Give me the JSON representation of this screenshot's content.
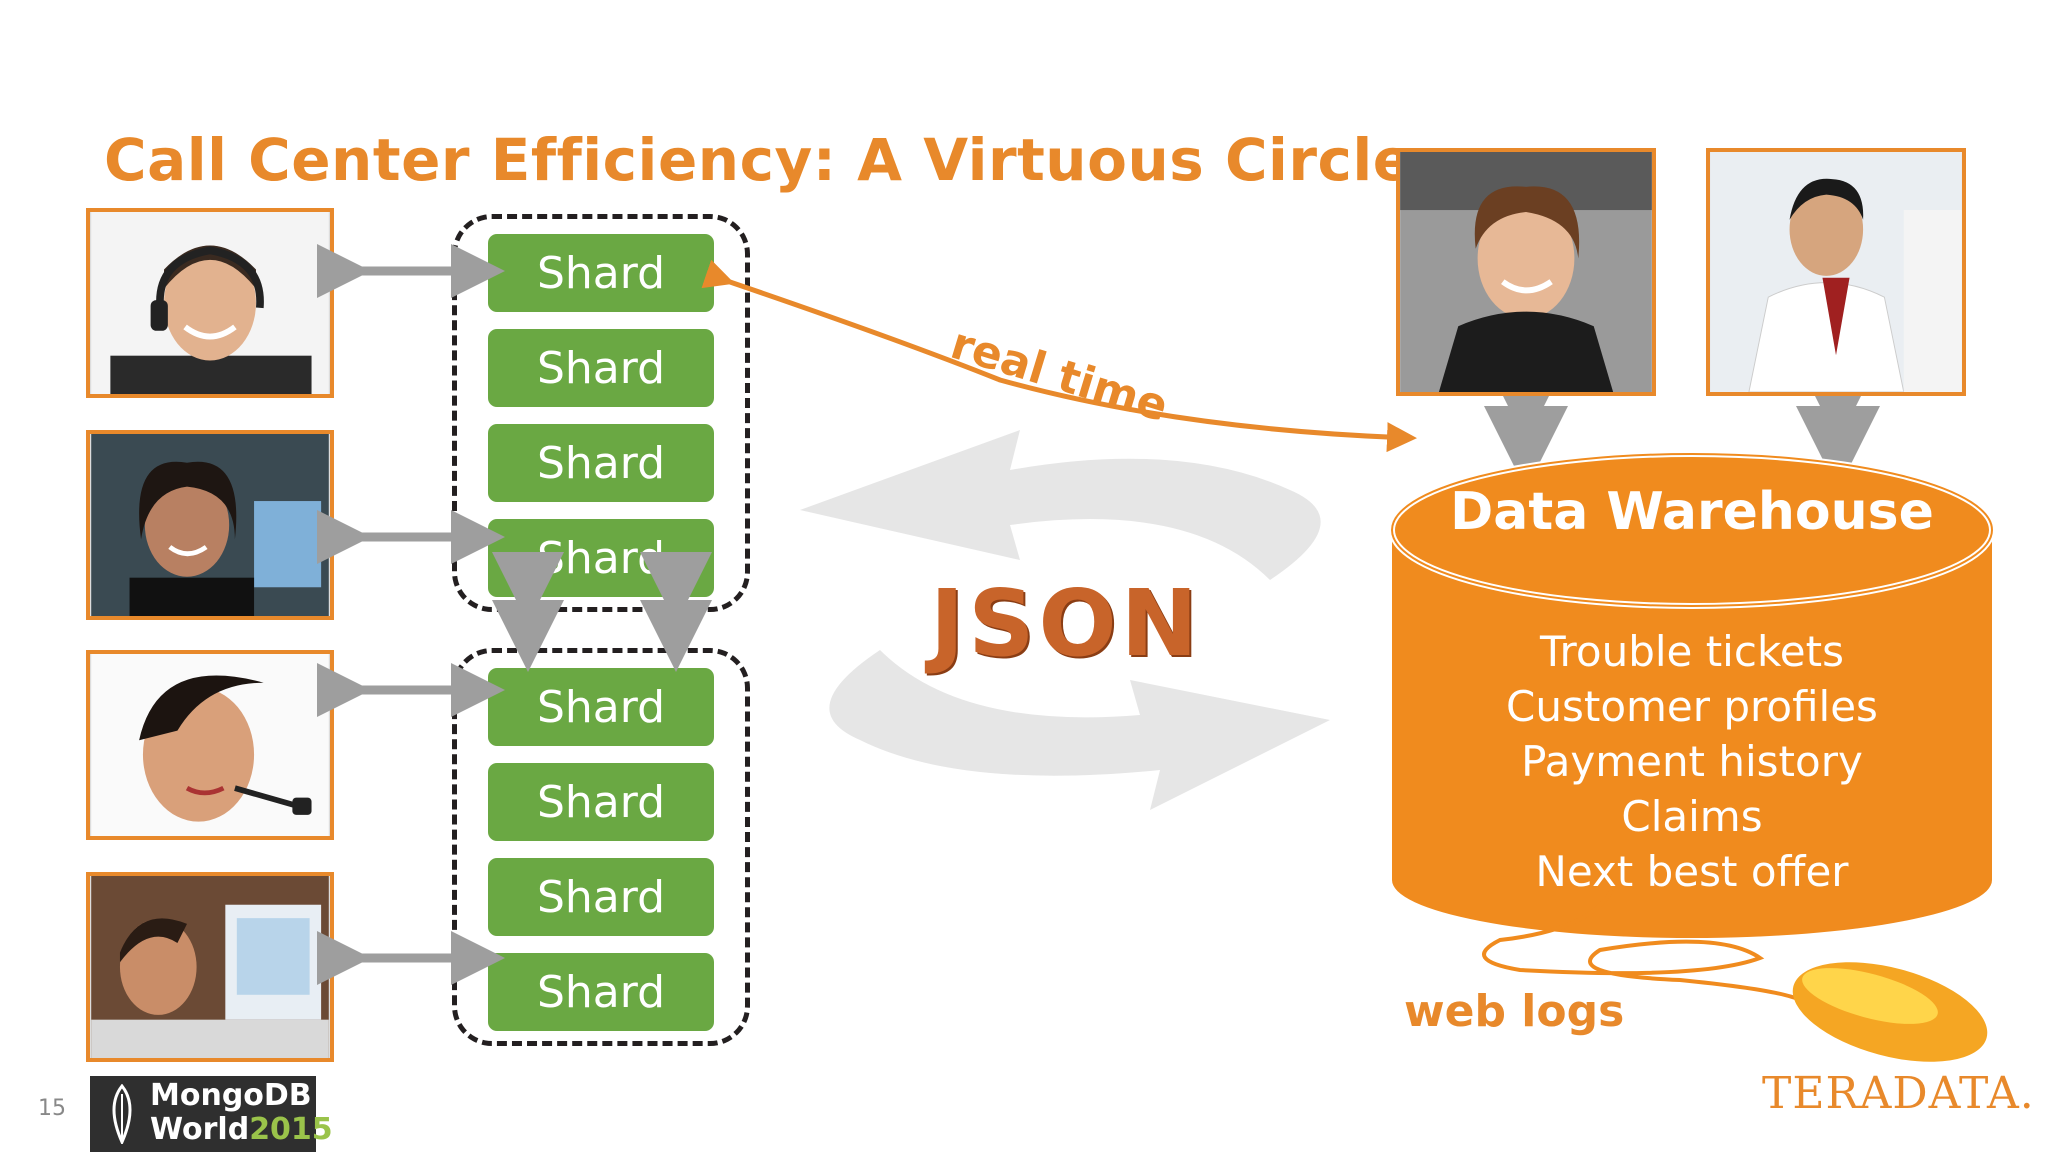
{
  "slide": {
    "title": "Call Center Efficiency: A Virtuous Circle",
    "page_number": "15"
  },
  "shards": {
    "top_group": [
      "Shard",
      "Shard",
      "Shard",
      "Shard"
    ],
    "bottom_group": [
      "Shard",
      "Shard",
      "Shard",
      "Shard"
    ]
  },
  "center": {
    "label": "JSON"
  },
  "arrow_labels": {
    "realtime": "real time",
    "weblogs": "web logs"
  },
  "data_warehouse": {
    "title": "Data Warehouse",
    "items": [
      "Trouble tickets",
      "Customer profiles",
      "Payment history",
      "Claims",
      "Next best offer"
    ]
  },
  "logos": {
    "mongodb_line1": "MongoDB",
    "mongodb_line2": "World",
    "mongodb_year": "2015",
    "teradata": "TERADATA."
  },
  "colors": {
    "accent_orange": "#e8892b",
    "shard_green": "#6aa843",
    "arrow_gray": "#9e9e9e",
    "cycle_gray": "#e6e6e6"
  }
}
